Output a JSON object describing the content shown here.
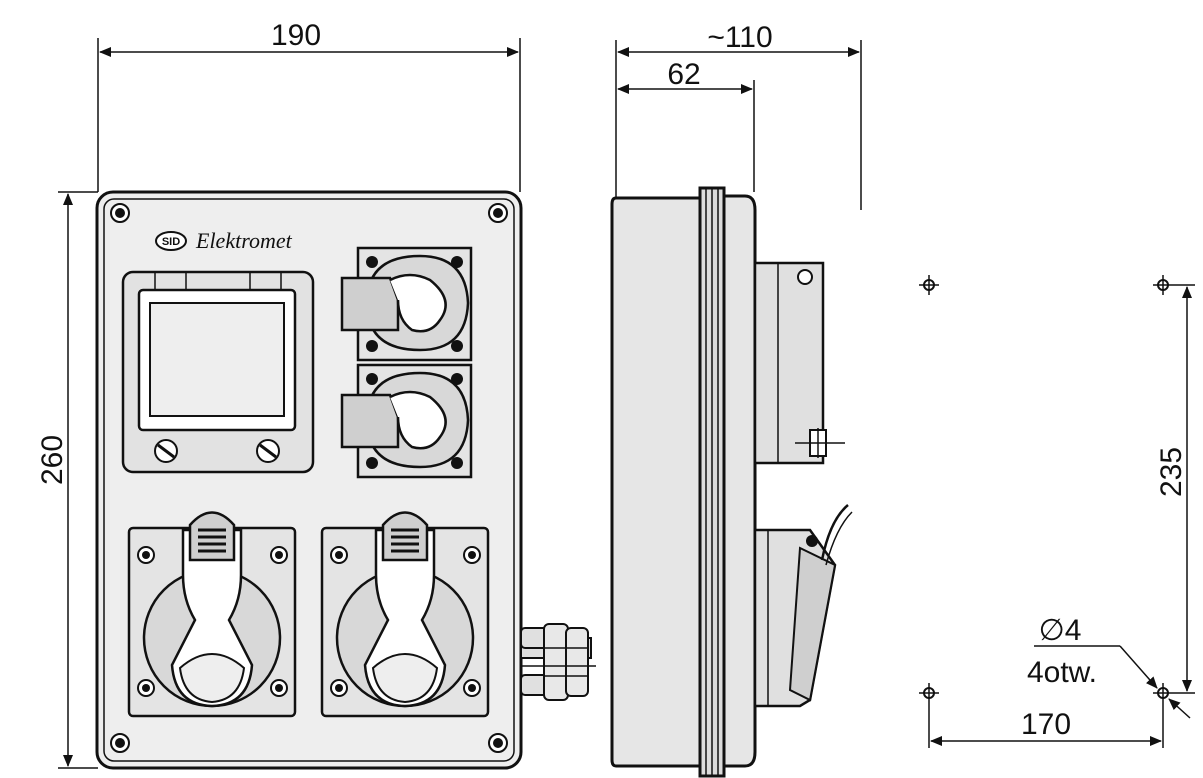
{
  "brand": {
    "logo_badge": "SID",
    "name": "Elektromet"
  },
  "dimensions": {
    "width": "190",
    "height": "260",
    "depth_total": "~110",
    "depth_body": "62",
    "mount_vertical": "235",
    "mount_horizontal": "170",
    "hole_diameter": "∅4",
    "hole_count": "4otw."
  },
  "colors": {
    "ink": "#111111",
    "face": "#eeeeee",
    "body": "#e6e6e6",
    "socket": "#cfcfcf"
  }
}
